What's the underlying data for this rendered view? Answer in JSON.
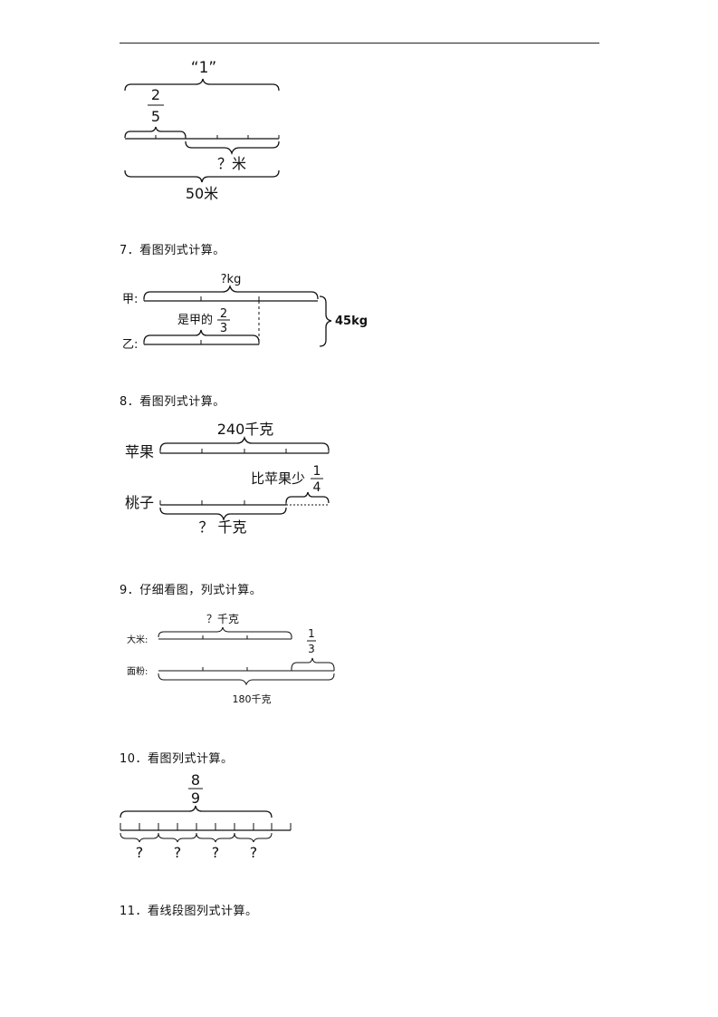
{
  "q7": {
    "label": "7．看图列式计算。"
  },
  "q8": {
    "label": "8．看图列式计算。"
  },
  "q9": {
    "label": "9．仔细看图，列式计算。"
  },
  "q10": {
    "label": "10．看图列式计算。"
  },
  "q11": {
    "label": "11．看线段图列式计算。"
  },
  "diagram6": {
    "whole": "“1”",
    "frac_num": "2",
    "frac_den": "5",
    "unknown": "？米",
    "total": "50米"
  },
  "diagram7": {
    "row1": "甲:",
    "row2": "乙:",
    "unknown": "?kg",
    "relation": "是甲的",
    "frac_num": "2",
    "frac_den": "3",
    "total": "45kg"
  },
  "diagram8": {
    "row1": "苹果",
    "row2": "桃子",
    "top": "240千克",
    "relation": "比苹果少",
    "frac_num": "1",
    "frac_den": "4",
    "unknown": "？ 千克"
  },
  "diagram9": {
    "row1": "大米:",
    "row2": "面粉:",
    "unknown": "？千克",
    "frac_num": "1",
    "frac_den": "3",
    "total": "180千克"
  },
  "diagram10": {
    "frac_num": "8",
    "frac_den": "9",
    "parts": [
      "?",
      "?",
      "?",
      "?"
    ]
  }
}
